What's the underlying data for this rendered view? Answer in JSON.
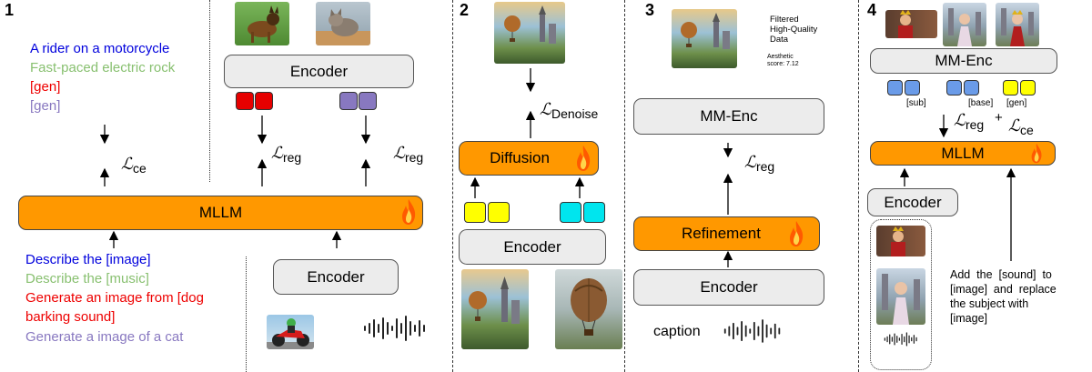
{
  "colors": {
    "orange": "#ff9800",
    "red": "#e60000",
    "purple": "#8878c0",
    "yellow": "#ffff00",
    "cyan": "#00e5ee",
    "blue": "#6a9be8",
    "text_blue": "#0000dd",
    "text_green": "#88c070",
    "text_red": "#ee0000",
    "text_purple": "#8878c0"
  },
  "panel1": {
    "number": "1",
    "output_lines": [
      "A rider on a motorcycle",
      "Fast-paced electric rock",
      "[gen]",
      "[gen]"
    ],
    "encoder_top": "Encoder",
    "mllm": "MLLM",
    "encoder_bottom": "Encoder",
    "input_lines": [
      "Describe the [image]",
      "Describe the [music]",
      "Generate an image from [dog",
      "barking sound]",
      "Generate a image of a cat"
    ],
    "loss_ce": {
      "main": "ℒ",
      "sub": "ce"
    },
    "loss_reg1": {
      "main": "ℒ",
      "sub": "reg"
    },
    "loss_reg2": {
      "main": "ℒ",
      "sub": "reg"
    }
  },
  "panel2": {
    "number": "2",
    "diffusion": "Diffusion",
    "encoder": "Encoder",
    "loss": {
      "main": "ℒ",
      "sub": "Denoise"
    }
  },
  "panel3": {
    "number": "3",
    "filtered": [
      "Filtered",
      "High-Quality",
      "Data"
    ],
    "aesthetic": [
      "Aesthetic",
      "score: 7.12"
    ],
    "mm_enc": "MM-Enc",
    "refinement": "Refinement",
    "encoder": "Encoder",
    "caption": "caption",
    "loss": {
      "main": "ℒ",
      "sub": "reg"
    }
  },
  "panel4": {
    "number": "4",
    "mm_enc": "MM-Enc",
    "token_labels": [
      "[sub]",
      "[base]",
      "[gen]"
    ],
    "loss_reg": {
      "main": "ℒ",
      "sub": "reg"
    },
    "plus": "+",
    "loss_ce": {
      "main": "ℒ",
      "sub": "ce"
    },
    "mllm": "MLLM",
    "encoder": "Encoder",
    "instruction": [
      "Add  the  [sound]  to",
      "[image]  and  replace",
      "the subject with",
      "[image]"
    ]
  },
  "icons": [
    "fire-icon",
    "dog-image",
    "cat-image",
    "motorcycle-image",
    "audio-waveform-icon",
    "castle-balloon-image",
    "balloon-image",
    "king-image",
    "princess-image"
  ]
}
